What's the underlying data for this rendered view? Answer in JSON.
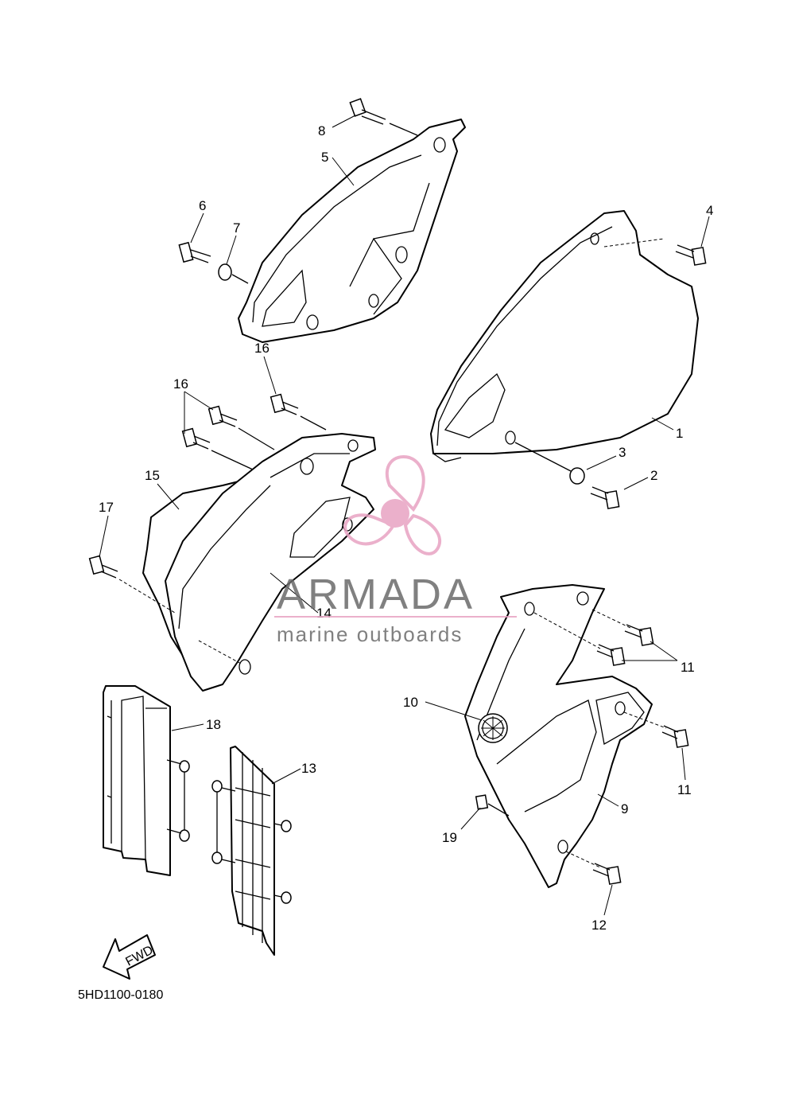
{
  "diagram": {
    "code": "5HD1100-0180",
    "fwd_label": "FWD",
    "callouts": {
      "c1": "1",
      "c2": "2",
      "c3": "3",
      "c4": "4",
      "c5": "5",
      "c6": "6",
      "c7": "7",
      "c8": "8",
      "c9": "9",
      "c10": "10",
      "c11a": "11",
      "c11b": "11",
      "c12": "12",
      "c13": "13",
      "c14": "14",
      "c15": "15",
      "c16a": "16",
      "c16b": "16",
      "c17": "17",
      "c18": "18",
      "c19": "19"
    }
  },
  "watermark": {
    "brand": "ARMADA",
    "tagline": "marine outboards",
    "logo_icon": "propeller-icon",
    "color": "#e8a3c3"
  }
}
